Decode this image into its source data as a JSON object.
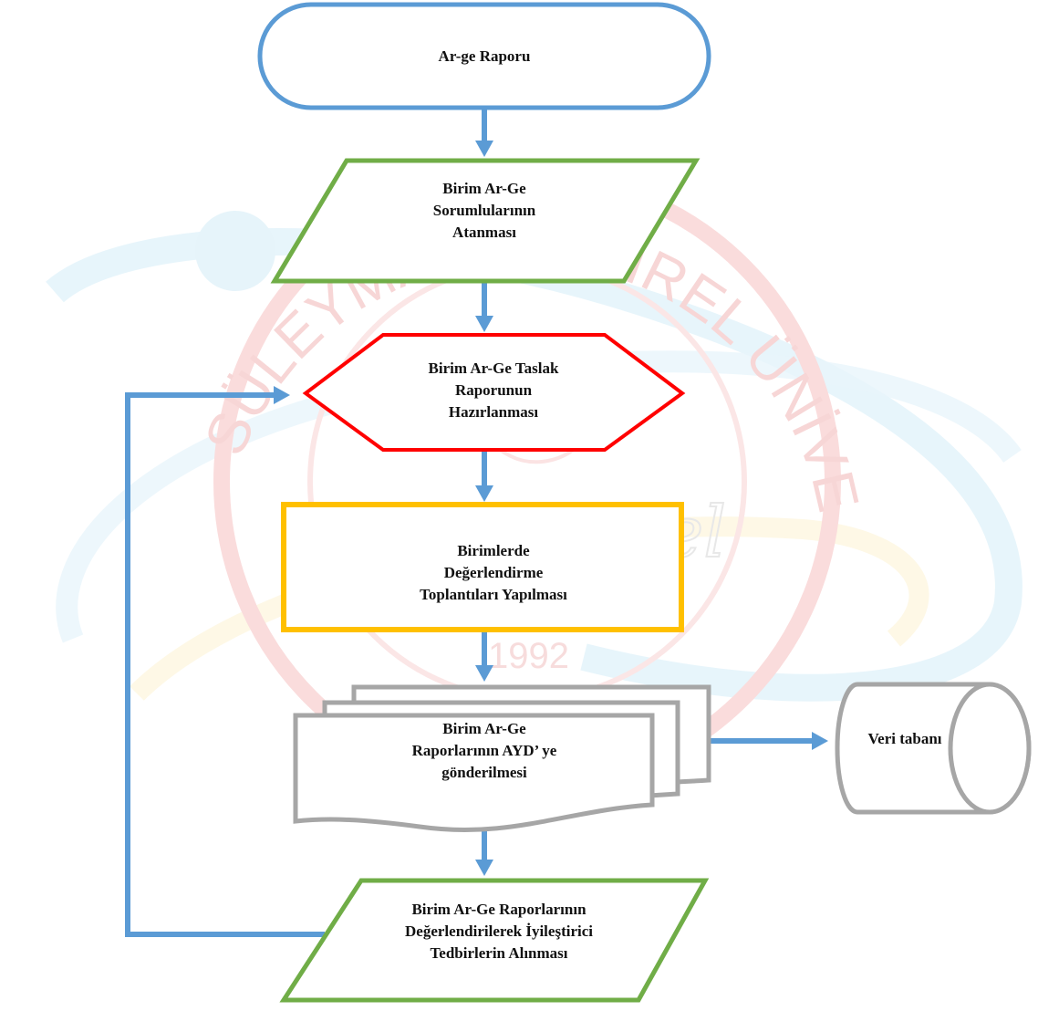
{
  "watermark": {
    "arc_text": "SÜLEYMAN DEMİREL ÜNİVERSİTESİ",
    "signature": "S. Demirel",
    "year": "1992"
  },
  "colors": {
    "arrow": "#5b9bd5",
    "terminal": "#5b9bd5",
    "parallelogram": "#70ad47",
    "hexagon": "#ff0000",
    "process": "#ffc000",
    "document": "#a6a6a6",
    "database": "#a6a6a6"
  },
  "nodes": {
    "start": {
      "shape": "terminal",
      "lines": [
        "Ar-ge Raporu"
      ]
    },
    "assign": {
      "shape": "parallelogram",
      "lines": [
        "Birim Ar-Ge",
        "Sorumlularının",
        "Atanması"
      ]
    },
    "draft": {
      "shape": "hexagon",
      "lines": [
        "Birim Ar-Ge Taslak",
        "Raporunun",
        "Hazırlanması"
      ]
    },
    "meetings": {
      "shape": "process",
      "lines": [
        "Birimlerde",
        "Değerlendirme",
        "Toplantıları Yapılması"
      ]
    },
    "send": {
      "shape": "multi-document",
      "lines": [
        "Birim Ar-Ge",
        "Raporlarının AYD’ ye",
        "gönderilmesi"
      ]
    },
    "database": {
      "shape": "database",
      "lines": [
        "Veri tabanı"
      ]
    },
    "improve": {
      "shape": "parallelogram",
      "lines": [
        "Birim Ar-Ge Raporlarının",
        "Değerlendirilerek İyileştirici",
        "Tedbirlerin Alınması"
      ]
    }
  },
  "edges": [
    {
      "from": "start",
      "to": "assign"
    },
    {
      "from": "assign",
      "to": "draft"
    },
    {
      "from": "draft",
      "to": "meetings"
    },
    {
      "from": "meetings",
      "to": "send"
    },
    {
      "from": "send",
      "to": "improve"
    },
    {
      "from": "send",
      "to": "database"
    },
    {
      "from": "improve",
      "to": "draft",
      "type": "feedback-loop"
    }
  ]
}
